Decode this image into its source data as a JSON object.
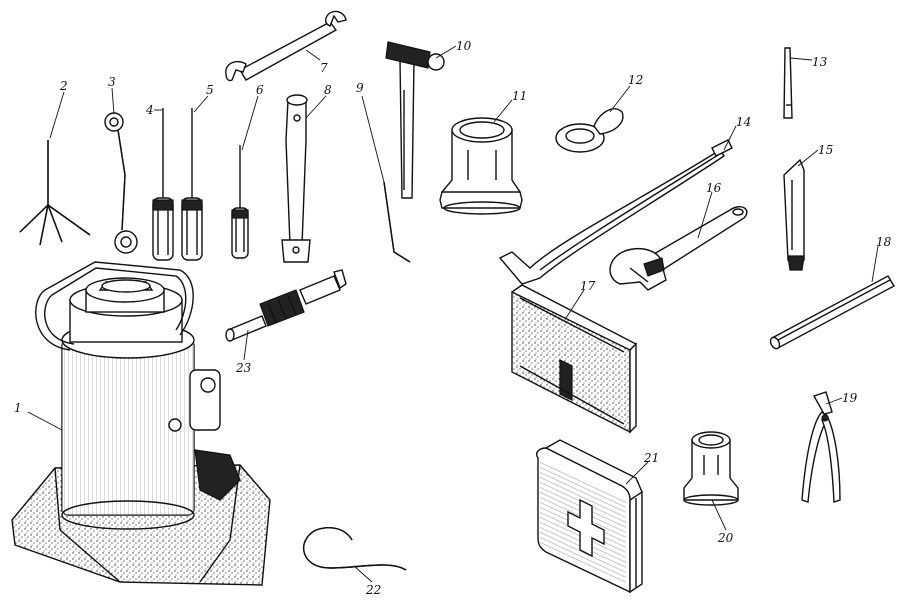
{
  "labels": [
    {
      "id": "1",
      "text": "1",
      "name": "hydraulic-jack"
    },
    {
      "id": "2",
      "text": "2",
      "name": "tool-2"
    },
    {
      "id": "3",
      "text": "3",
      "name": "tool-3"
    },
    {
      "id": "4",
      "text": "4",
      "name": "screwdriver-4"
    },
    {
      "id": "5",
      "text": "5",
      "name": "screwdriver-5"
    },
    {
      "id": "6",
      "text": "6",
      "name": "small-screwdriver-6"
    },
    {
      "id": "7",
      "text": "7",
      "name": "open-end-wrench-7"
    },
    {
      "id": "8",
      "text": "8",
      "name": "box-wrench-8"
    },
    {
      "id": "9",
      "text": "9",
      "name": "hex-key-9"
    },
    {
      "id": "10",
      "text": "10",
      "name": "hammer-10"
    },
    {
      "id": "11",
      "text": "11",
      "name": "socket-11"
    },
    {
      "id": "12",
      "text": "12",
      "name": "ring-wrench-12"
    },
    {
      "id": "13",
      "text": "13",
      "name": "punch-13"
    },
    {
      "id": "14",
      "text": "14",
      "name": "tire-lever-14"
    },
    {
      "id": "15",
      "text": "15",
      "name": "chisel-15"
    },
    {
      "id": "16",
      "text": "16",
      "name": "adjustable-wrench-16"
    },
    {
      "id": "17",
      "text": "17",
      "name": "tool-bag-17"
    },
    {
      "id": "18",
      "text": "18",
      "name": "rod-18"
    },
    {
      "id": "19",
      "text": "19",
      "name": "pliers-19"
    },
    {
      "id": "20",
      "text": "20",
      "name": "socket-20"
    },
    {
      "id": "21",
      "text": "21",
      "name": "first-aid-kit-21"
    },
    {
      "id": "22",
      "text": "22",
      "name": "hose-22"
    },
    {
      "id": "23",
      "text": "23",
      "name": "tool-23"
    }
  ]
}
